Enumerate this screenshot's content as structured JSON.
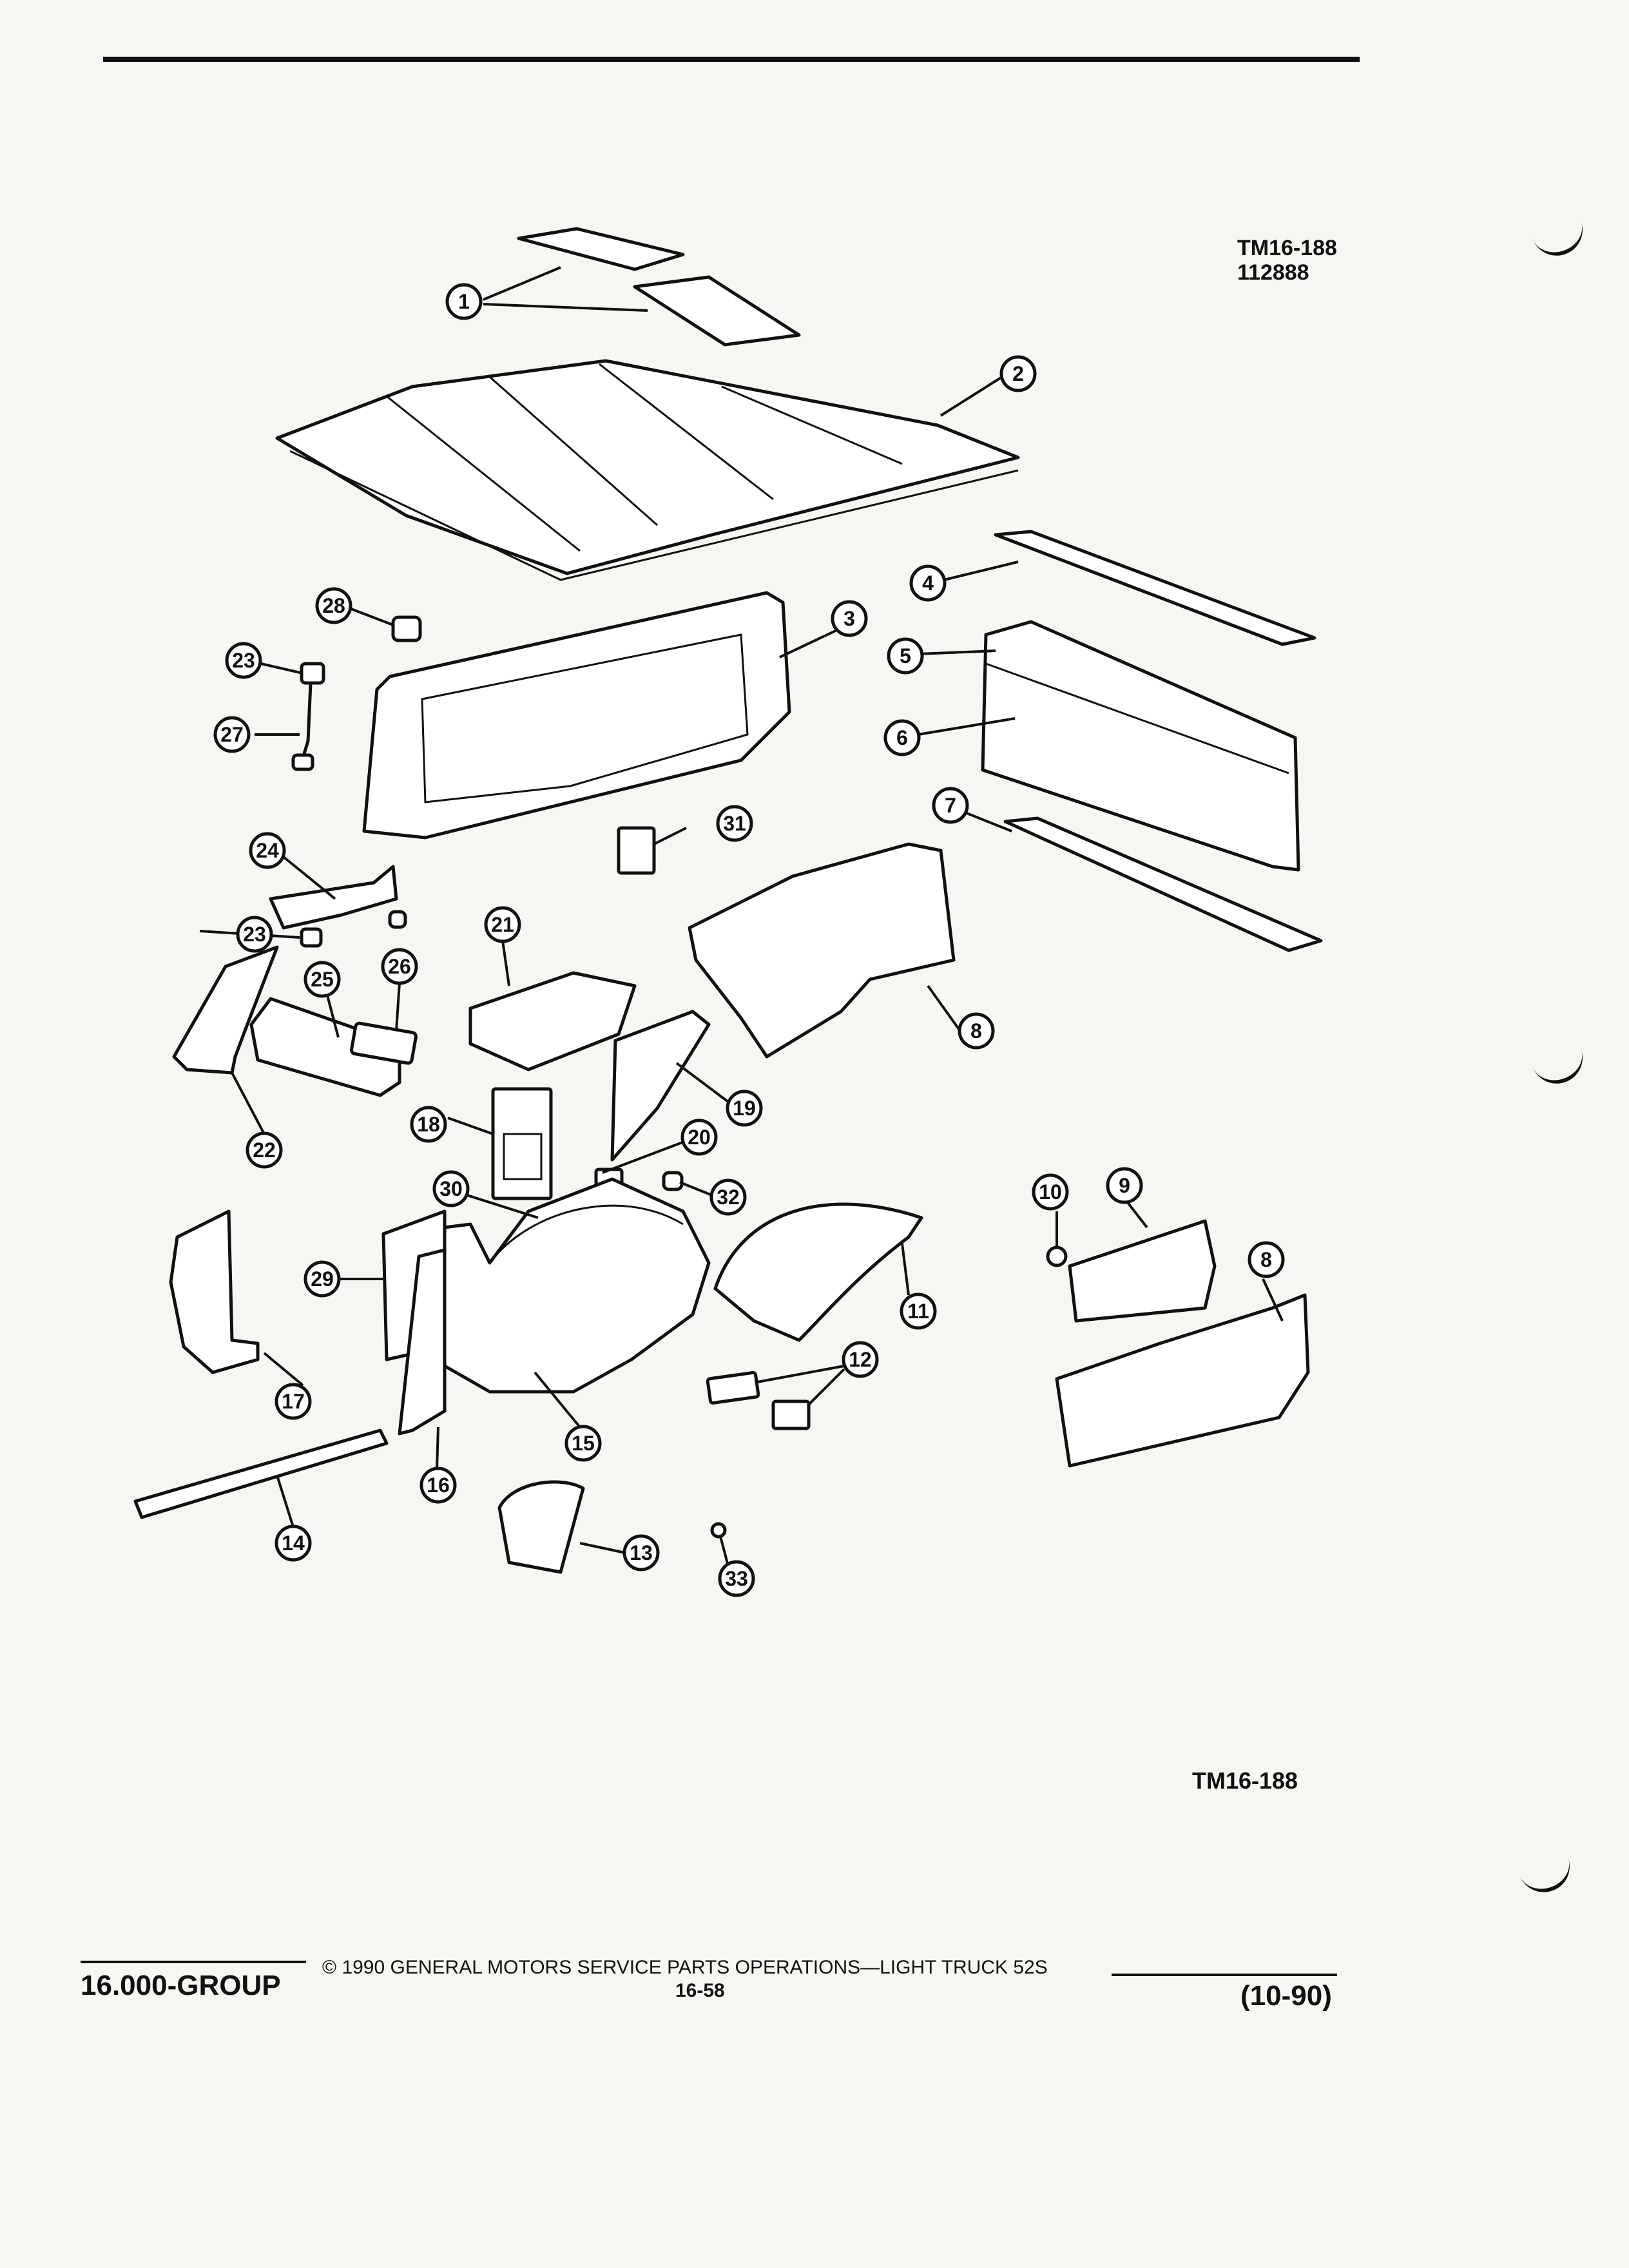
{
  "header": {
    "figure_code": "TM16-188",
    "figure_date": "112888"
  },
  "illustration": {
    "callouts": [
      "1",
      "2",
      "3",
      "4",
      "5",
      "6",
      "7",
      "8",
      "9",
      "10",
      "11",
      "12",
      "13",
      "14",
      "15",
      "16",
      "17",
      "18",
      "19",
      "20",
      "21",
      "22",
      "23",
      "24",
      "25",
      "26",
      "27",
      "28",
      "29",
      "30",
      "31",
      "32",
      "33"
    ],
    "bottom_code": "TM16-188"
  },
  "footer": {
    "group": "16.000-GROUP",
    "copyright": "© 1990 GENERAL MOTORS SERVICE PARTS OPERATIONS—LIGHT TRUCK 52S",
    "page_number": "16-58",
    "revision": "(10-90)"
  }
}
